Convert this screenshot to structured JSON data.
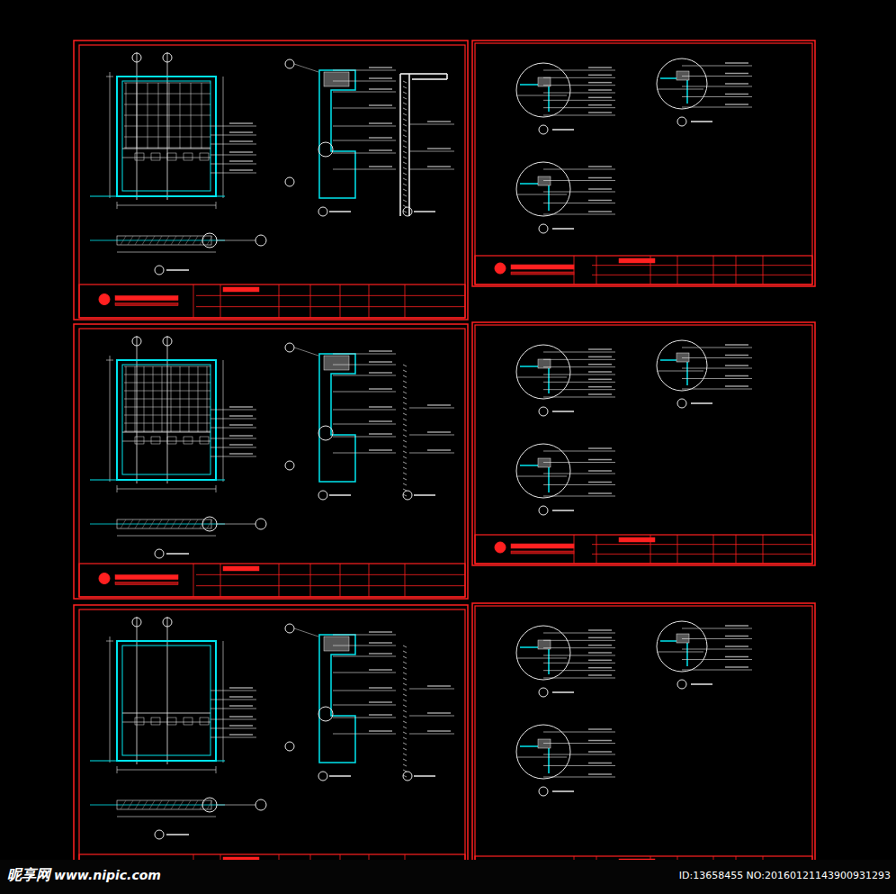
{
  "diagram": {
    "labels": [
      "昵享网",
      "www.nipic.com",
      "ID:13658455 NO:20160121143900931293"
    ]
  }
}
